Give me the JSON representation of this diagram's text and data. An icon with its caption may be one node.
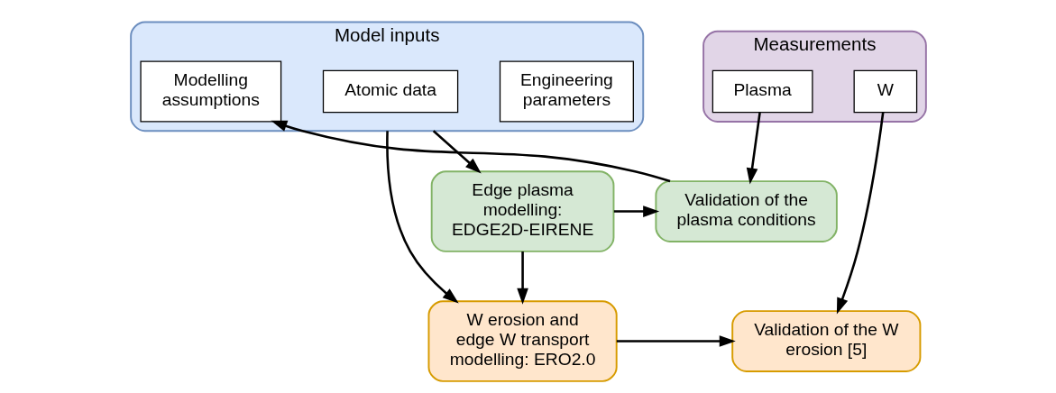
{
  "diagram": {
    "nodes": [
      {
        "text": [
          "Model inputs"
        ]
      },
      {
        "text": [
          "Engineering parameters"
        ],
        "in": 0
      },
      {
        "text": [
          "Atomic data"
        ],
        "in": 0
      },
      {
        "text": [
          "Modelling assumptions"
        ],
        "in": 0
      },
      {
        "text": [
          "Measurements"
        ]
      },
      {
        "text": [
          "Plasma"
        ],
        "in": 4
      },
      {
        "text": [
          "W"
        ],
        "in": 4
      },
      {
        "text": [
          "Edge plasma modelling: EDGE2D-EIRENE"
        ]
      },
      {
        "text": [
          "Validation of the plasma conditions"
        ]
      },
      {
        "text": [
          "W erosion and edge W transport modelling: ERO2.0"
        ]
      },
      {
        "text": [
          "Validation of the W erosion [5]"
        ]
      }
    ],
    "edges": [
      {
        "from": 0,
        "to": 7,
        "arrow": "to"
      },
      {
        "from": 0,
        "to": 9,
        "arrow": "to"
      },
      {
        "from": 7,
        "to": 8,
        "arrow": "to"
      },
      {
        "from": 5,
        "to": 8,
        "arrow": "to"
      },
      {
        "from": 8,
        "to": 3,
        "arrow": "to"
      },
      {
        "from": 7,
        "to": 9,
        "arrow": "to"
      },
      {
        "from": 9,
        "to": 10,
        "arrow": "to"
      },
      {
        "from": 6,
        "to": 10,
        "arrow": "to"
      }
    ]
  }
}
